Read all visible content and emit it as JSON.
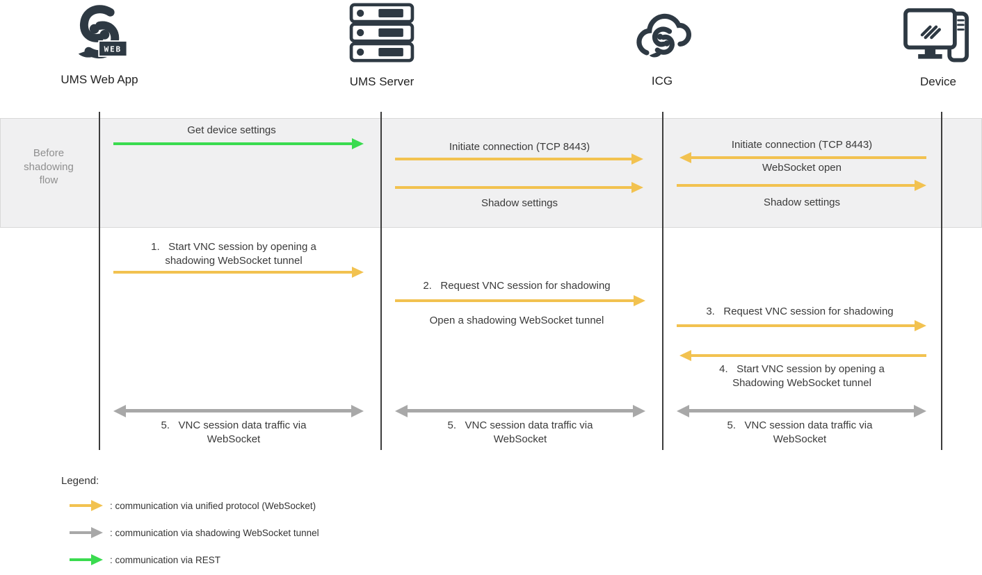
{
  "actors": [
    {
      "label": "UMS Web App",
      "icon": "ums-web-app-logo"
    },
    {
      "label": "UMS Server",
      "icon": "server-stack"
    },
    {
      "label": "ICG",
      "icon": "cloud-logo"
    },
    {
      "label": "Device",
      "icon": "workstation"
    }
  ],
  "web_badge": "WEB",
  "phase": {
    "label": "Before\nshadowing\nflow"
  },
  "messages": {
    "get_device_settings": "Get device settings",
    "initiate_connection_ums_icg": "Initiate connection (TCP 8443)",
    "shadow_settings_ums_icg": "Shadow settings",
    "initiate_connection_device_icg": "Initiate connection (TCP 8443)",
    "websocket_open": "WebSocket open",
    "shadow_settings_icg_device": "Shadow settings",
    "step1": "1.   Start VNC session by opening a\nshadowing WebSocket tunnel",
    "step2": "2.   Request VNC session for shadowing",
    "step2_note": "Open a shadowing WebSocket tunnel",
    "step3": "3.   Request VNC session for shadowing",
    "step4": "4.   Start VNC session by opening a\nShadowing WebSocket tunnel",
    "step5_col1": "5.   VNC session data traffic via\nWebSocket",
    "step5_col2": "5.   VNC session data traffic via\nWebSocket",
    "step5_col3": "5.   VNC session data traffic via\nWebSocket"
  },
  "legend": {
    "title": "Legend:",
    "items": [
      {
        "style": "unified_protocol",
        "label": ": communication via unified protocol (WebSocket)"
      },
      {
        "style": "shadow_tunnel",
        "label": ": communication via shadowing WebSocket tunnel"
      },
      {
        "style": "rest",
        "label": ": communication via REST"
      }
    ]
  },
  "colors": {
    "unified_protocol": "#f2c250",
    "shadow_tunnel": "#a8a8a8",
    "rest": "#3adb4f",
    "icon_dark": "#2e3943"
  }
}
